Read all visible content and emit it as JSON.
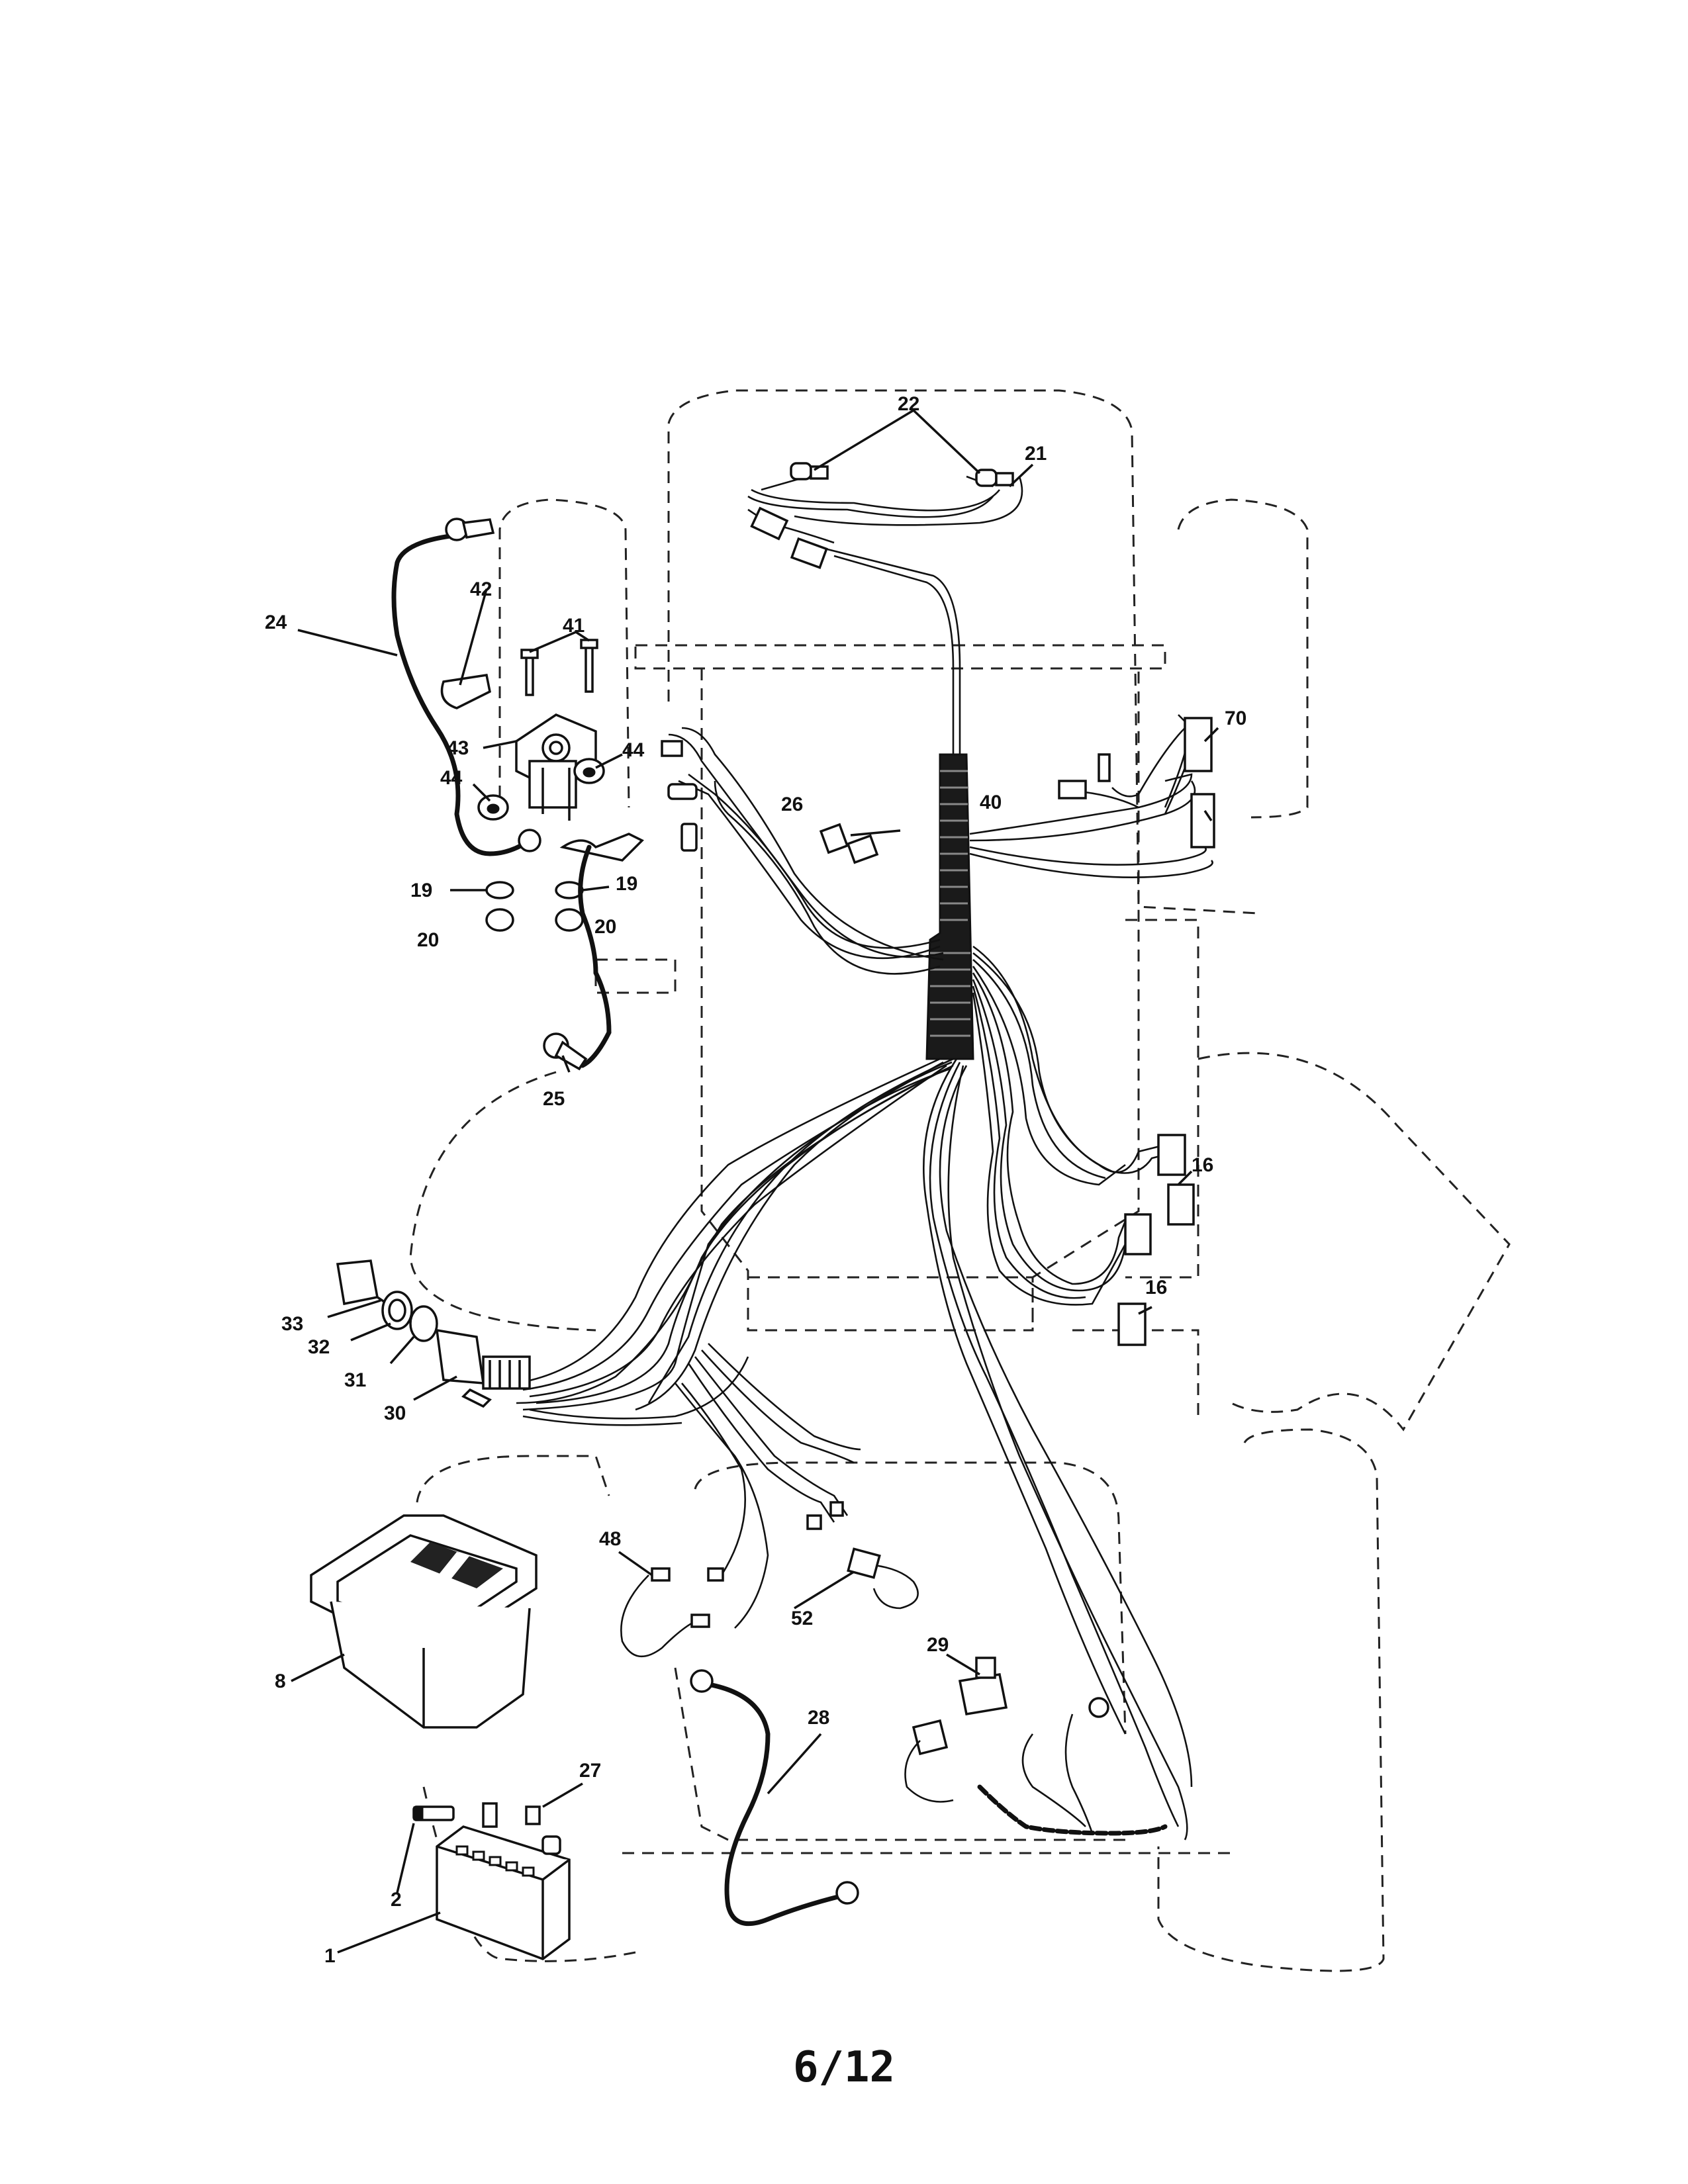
{
  "diagram": {
    "callouts": {
      "c1": "1",
      "c2": "2",
      "c8": "8",
      "c16a": "16",
      "c16b": "16",
      "c19a": "19",
      "c19b": "19",
      "c20a": "20",
      "c20b": "20",
      "c21": "21",
      "c22": "22",
      "c24": "24",
      "c25": "25",
      "c26": "26",
      "c27": "27",
      "c28": "28",
      "c29": "29",
      "c30": "30",
      "c31": "31",
      "c32": "32",
      "c33": "33",
      "c40": "40",
      "c41": "41",
      "c42": "42",
      "c43": "43",
      "c44a": "44",
      "c44b": "44",
      "c48": "48",
      "c52": "52",
      "c70": "70"
    }
  },
  "page": {
    "number": "6/12"
  }
}
